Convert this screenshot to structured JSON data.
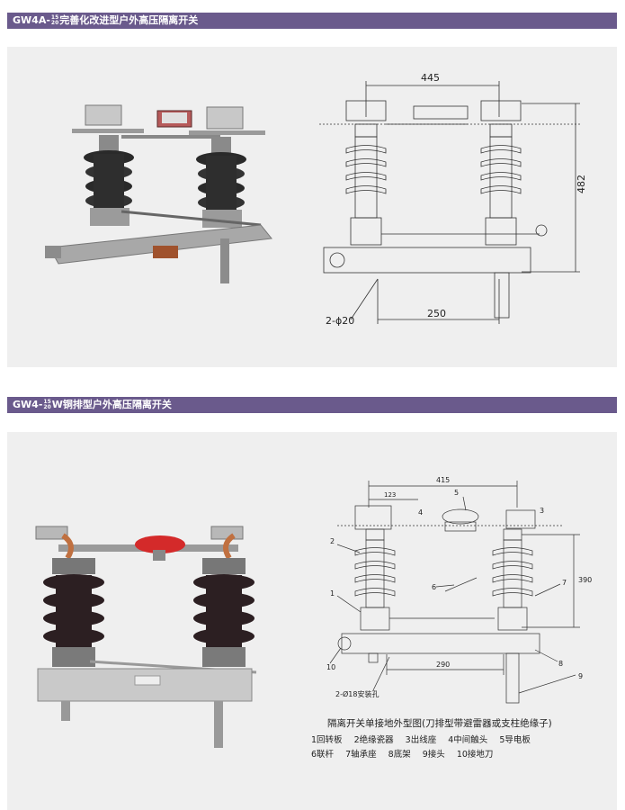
{
  "section1": {
    "title_prefix": "GW4A-",
    "title_frac_top": "15",
    "title_frac_bottom": "20",
    "title_suffix": "完善化改进型户外高压隔离开关",
    "dims": {
      "width_top": "445",
      "height_right": "482",
      "base": "250",
      "holes": "2-ϕ20"
    }
  },
  "section2": {
    "title_prefix": "GW4-",
    "title_frac_top": "15",
    "title_frac_bottom": "20",
    "title_suffix": "W铜排型户外高压隔离开关",
    "dims": {
      "width_top": "415",
      "offset": "123",
      "height_right": "390",
      "base": "290",
      "holes": "2-Ø18安装孔"
    },
    "callouts": [
      "1",
      "2",
      "3",
      "4",
      "5",
      "6",
      "7",
      "8",
      "9",
      "10"
    ],
    "legend_title": "隔离开关单接地外型图(刀排型带避雷器或支柱绝缘子)",
    "legend_rows": [
      [
        "1回转板",
        "2绝缘瓷器",
        "3出线座",
        "4中间触头",
        "5导电板"
      ],
      [
        "6联杆",
        "7轴承座",
        "8底架",
        "9接头",
        "10接地刀"
      ]
    ]
  }
}
